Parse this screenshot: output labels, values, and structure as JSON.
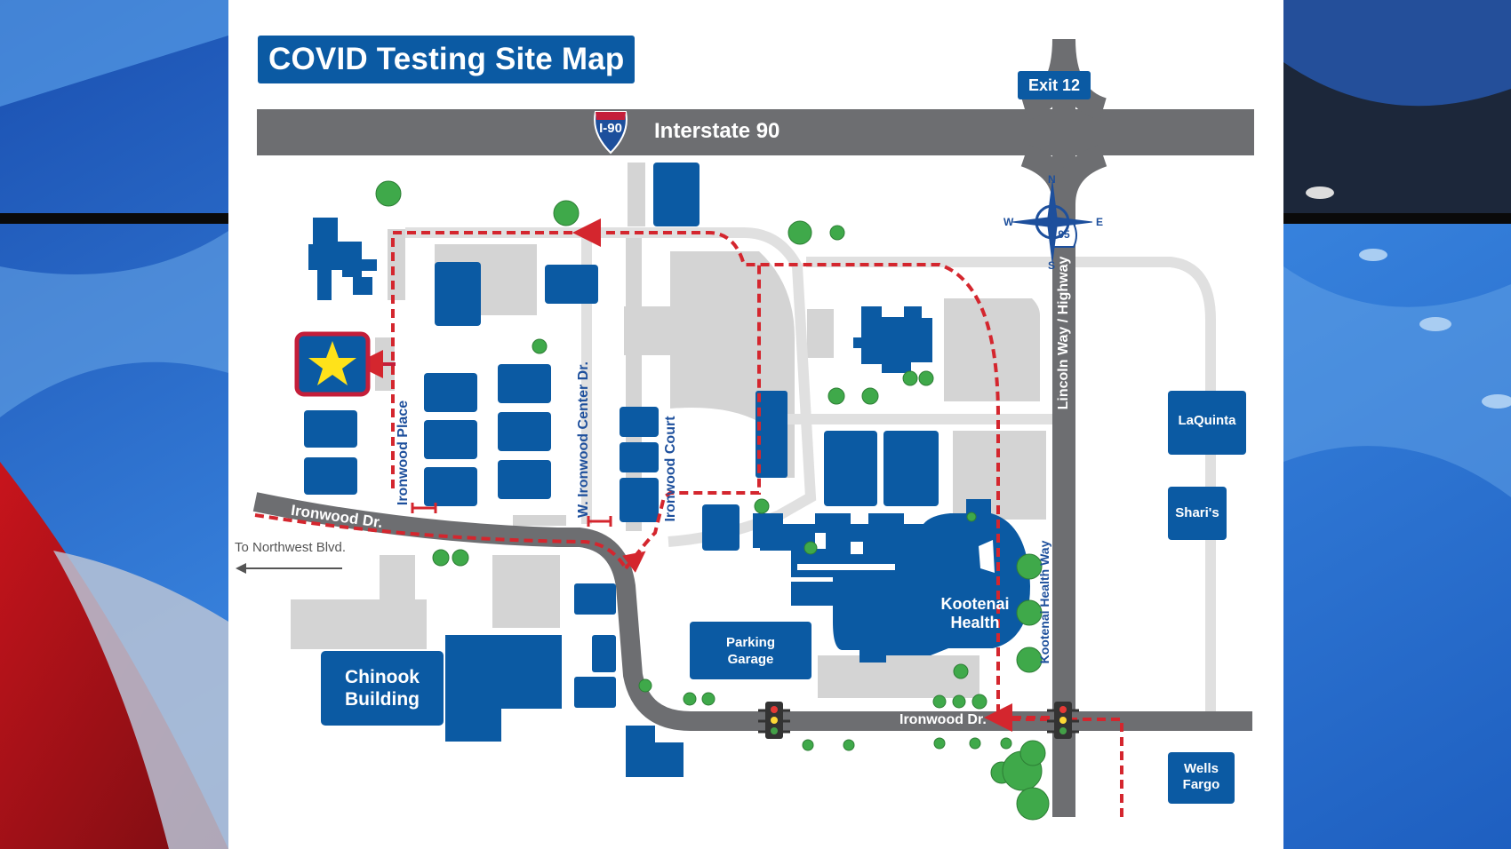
{
  "map": {
    "title": "COVID Testing Site Map",
    "exit_label": "Exit 12",
    "interstate_shield": "I-90",
    "interstate_name": "Interstate 90",
    "us_route_shield": "95",
    "compass": {
      "n": "N",
      "s": "S",
      "e": "E",
      "w": "W"
    },
    "roads": {
      "lincoln_way": "Lincoln Way / Highway",
      "ironwood_place": "Ironwood Place",
      "w_ironwood_center": "W. Ironwood Center Dr.",
      "ironwood_court": "Ironwood Court",
      "ironwood_dr_west": "Ironwood Dr.",
      "ironwood_dr_south": "Ironwood Dr.",
      "kootenai_health_way": "Kootenai Health Way",
      "to_northwest": "To Northwest Blvd."
    },
    "buildings": {
      "laquinta": "LaQuinta",
      "sharis": "Shari's",
      "wells_fargo": [
        "Wells",
        "Fargo"
      ],
      "parking_garage": [
        "Parking",
        "Garage"
      ],
      "kootenai_health": [
        "Kootenai",
        "Health"
      ],
      "chinook": [
        "Chinook",
        "Building"
      ]
    },
    "legend_marker": "star-icon",
    "colors": {
      "building_blue": "#0b5aa3",
      "road_gray": "#6d6e71",
      "lot_gray": "#d4d4d4",
      "route_red": "#d4262e",
      "marker_outline": "#c41e3a",
      "star_yellow": "#ffe21a",
      "tree_green": "#3fa94a"
    }
  }
}
